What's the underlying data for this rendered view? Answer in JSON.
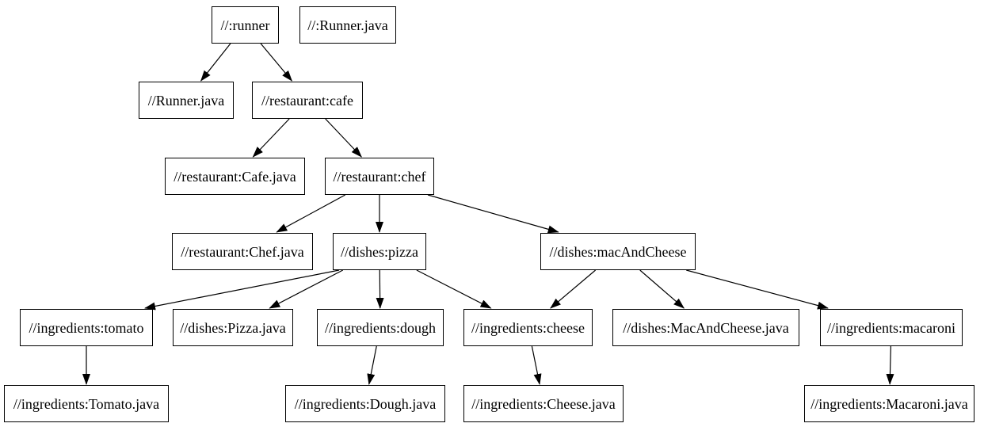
{
  "diagram": {
    "type": "dependency-graph",
    "background_color": "#ffffff",
    "node_fill_color": "#ffffff",
    "node_border_color": "#000000",
    "edge_color": "#000000",
    "text_color": "#000000",
    "nodes": [
      {
        "id": "runner",
        "label": "//:runner"
      },
      {
        "id": "runner-java-src",
        "label": "//:Runner.java"
      },
      {
        "id": "runner-java",
        "label": "//Runner.java"
      },
      {
        "id": "cafe",
        "label": "//restaurant:cafe"
      },
      {
        "id": "cafe-java",
        "label": "//restaurant:Cafe.java"
      },
      {
        "id": "chef",
        "label": "//restaurant:chef"
      },
      {
        "id": "chef-java",
        "label": "//restaurant:Chef.java"
      },
      {
        "id": "pizza",
        "label": "//dishes:pizza"
      },
      {
        "id": "mac-and-cheese",
        "label": "//dishes:macAndCheese"
      },
      {
        "id": "tomato",
        "label": "//ingredients:tomato"
      },
      {
        "id": "pizza-java",
        "label": "//dishes:Pizza.java"
      },
      {
        "id": "dough",
        "label": "//ingredients:dough"
      },
      {
        "id": "cheese",
        "label": "//ingredients:cheese"
      },
      {
        "id": "mac-and-cheese-java",
        "label": "//dishes:MacAndCheese.java"
      },
      {
        "id": "macaroni",
        "label": "//ingredients:macaroni"
      },
      {
        "id": "tomato-java",
        "label": "//ingredients:Tomato.java"
      },
      {
        "id": "dough-java",
        "label": "//ingredients:Dough.java"
      },
      {
        "id": "cheese-java",
        "label": "//ingredients:Cheese.java"
      },
      {
        "id": "macaroni-java",
        "label": "//ingredients:Macaroni.java"
      }
    ],
    "edges": [
      {
        "from": "runner",
        "to": "runner-java"
      },
      {
        "from": "runner",
        "to": "cafe"
      },
      {
        "from": "cafe",
        "to": "cafe-java"
      },
      {
        "from": "cafe",
        "to": "chef"
      },
      {
        "from": "chef",
        "to": "chef-java"
      },
      {
        "from": "chef",
        "to": "pizza"
      },
      {
        "from": "chef",
        "to": "mac-and-cheese"
      },
      {
        "from": "pizza",
        "to": "tomato"
      },
      {
        "from": "pizza",
        "to": "pizza-java"
      },
      {
        "from": "pizza",
        "to": "dough"
      },
      {
        "from": "pizza",
        "to": "cheese"
      },
      {
        "from": "mac-and-cheese",
        "to": "cheese"
      },
      {
        "from": "mac-and-cheese",
        "to": "mac-and-cheese-java"
      },
      {
        "from": "mac-and-cheese",
        "to": "macaroni"
      },
      {
        "from": "tomato",
        "to": "tomato-java"
      },
      {
        "from": "dough",
        "to": "dough-java"
      },
      {
        "from": "cheese",
        "to": "cheese-java"
      },
      {
        "from": "macaroni",
        "to": "macaroni-java"
      }
    ]
  }
}
